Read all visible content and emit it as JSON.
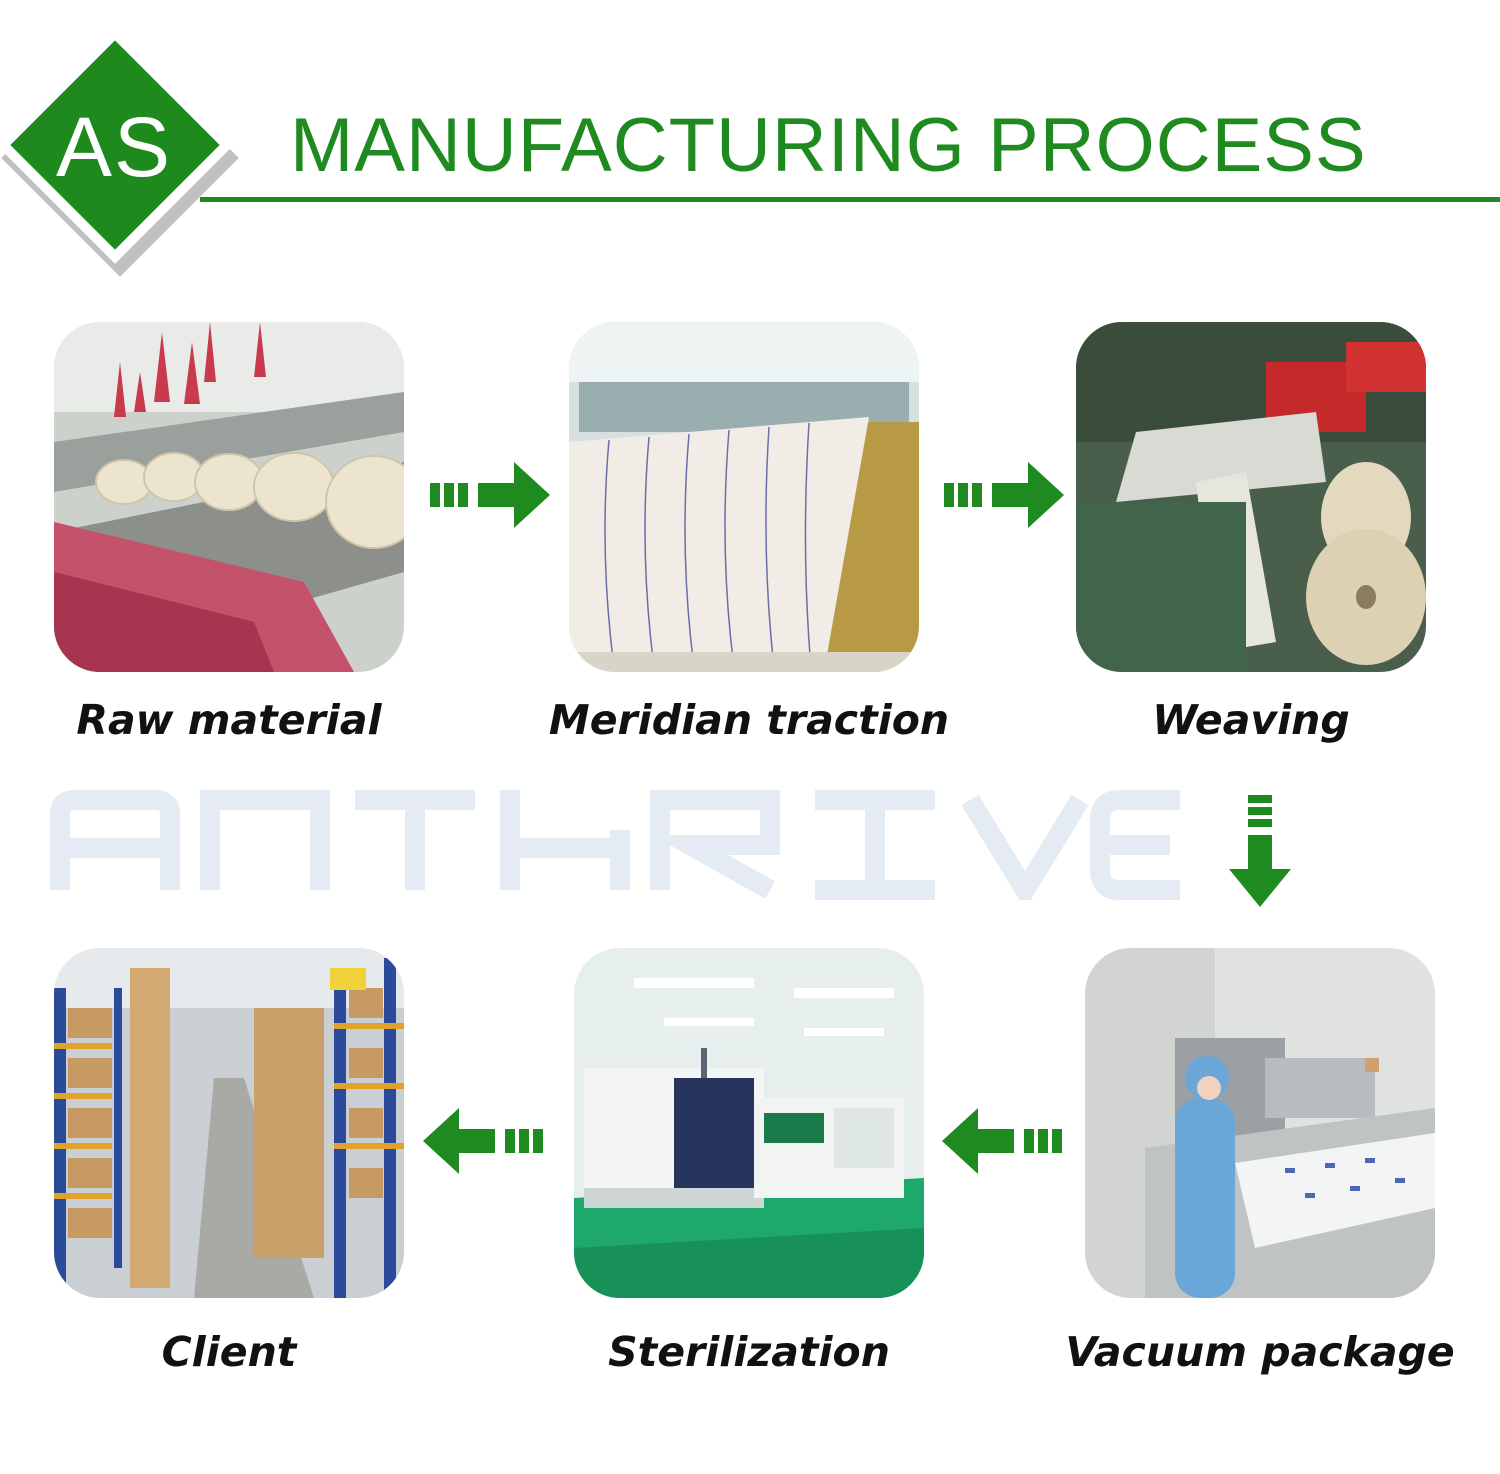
{
  "header": {
    "logo_text": "AS",
    "title": "MANUFACTURING PROCESS"
  },
  "watermark": {
    "letters": [
      "A",
      "N",
      "T",
      "H",
      "R",
      "I",
      "V",
      "E"
    ]
  },
  "steps": [
    {
      "label": "Raw material",
      "image": "spinning-machine-yarn-cones"
    },
    {
      "label": "Meridian traction",
      "image": "warping-roller-fabric"
    },
    {
      "label": "Weaving",
      "image": "weaving-loom-with-rolls"
    },
    {
      "label": "Vacuum package",
      "image": "worker-at-packaging-line"
    },
    {
      "label": "Sterilization",
      "image": "clean-room-sterilizer"
    },
    {
      "label": "Client",
      "image": "warehouse-shelving"
    }
  ],
  "colors": {
    "brand_green": "#1f8a1f",
    "watermark": "#e4ebf2",
    "text": "#111111"
  }
}
